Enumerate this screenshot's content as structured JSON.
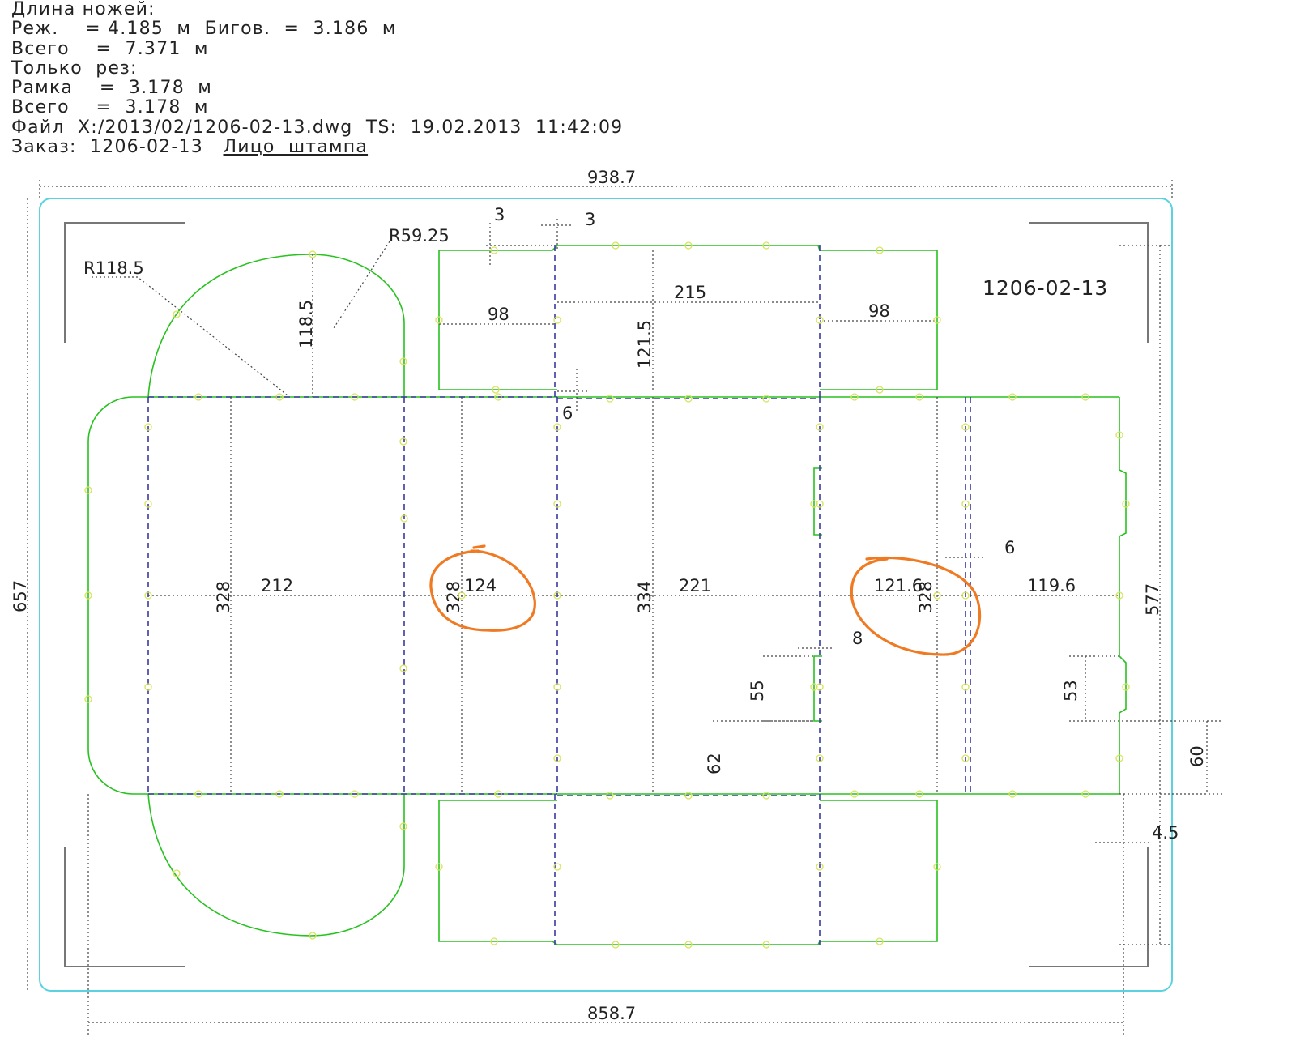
{
  "header": {
    "lines": [
      "Длина ножей:",
      "Реж.    = 4.185  м  Бигов.  =  3.186  м",
      "Всего    =  7.371  м",
      "Только  рез:",
      "Рамка    =  3.178  м",
      "Всего    =  3.178  м",
      "Файл  X:/2013/02/1206-02-13.dwg  TS:  19.02.2013  11:42:09"
    ],
    "order_prefix": "Заказ:  1206-02-13   ",
    "order_link": "Лицо  штампа"
  },
  "drawing": {
    "order_label": "1206-02-13",
    "colors": {
      "cut": "#27c21f",
      "crease": "#3a3aa0",
      "frame": "#5ad2df",
      "annotation": "#f07a22"
    },
    "dimensions": {
      "overall_width": "938.7",
      "overall_height": "657",
      "bottom_width": "858.7",
      "right_height": "577",
      "radius_large": "R118.5",
      "radius_small": "R59.25",
      "flap_height": "118.5",
      "tab_left": "3",
      "tab_right": "3",
      "flap_width_left": "98",
      "flap_width_mid": "215",
      "flap_width_right": "98",
      "flap_depth": "121.5",
      "gap_small": "6",
      "panel1_height": "328",
      "panel1_width": "212",
      "panel2_height": "328",
      "panel2_width": "124",
      "panel3_height": "334",
      "panel3_width": "221",
      "panel4_width": "121.6",
      "panel4_height": "328",
      "glue_gap": "6",
      "panel5_width": "119.6",
      "slot_width": "8",
      "slot_height": "55",
      "slot_offset": "62",
      "notch_height": "53",
      "notch_offset": "60",
      "edge_offset": "4.5"
    }
  }
}
